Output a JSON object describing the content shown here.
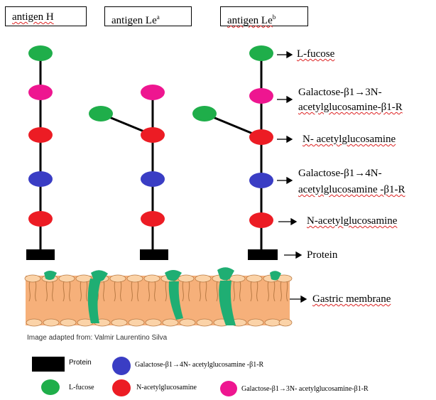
{
  "antigens": [
    {
      "name": "antigen H",
      "sup": ""
    },
    {
      "name": "antigen Le",
      "sup": "a"
    },
    {
      "name": "antigen Le",
      "sup": "b"
    }
  ],
  "chain_labels": [
    "L-fucose",
    "Galactose-β1→3N-",
    "acetylglucosamine-β1-R",
    "N- acetylglucosamine",
    "Galactose-β1→4N-",
    "acetylglucosamine -β1-R",
    "N-acetylglucosamine",
    "Protein",
    "Gastric membrane"
  ],
  "credit": "Image adapted from: Valmir Laurentino Silva",
  "legend": {
    "protein": "Protein",
    "galactose_b14": "Galactose-β1→4N- acetylglucosamine -β1-R",
    "fucose": "L-fucose",
    "nag": "N-acetylglucosamine",
    "galactose_b13": "Galactose-β1→3N- acetylglucosamine-β1-R"
  },
  "colors": {
    "fucose": "#1fae4a",
    "galactose_b13": "#ee1690",
    "nag": "#ec1c24",
    "galactose_b14": "#3a3dc4",
    "protein": "#000000",
    "membrane_head": "#fbd3a8",
    "membrane_band": "#f6b07a",
    "membrane_channel": "#1fae73"
  }
}
